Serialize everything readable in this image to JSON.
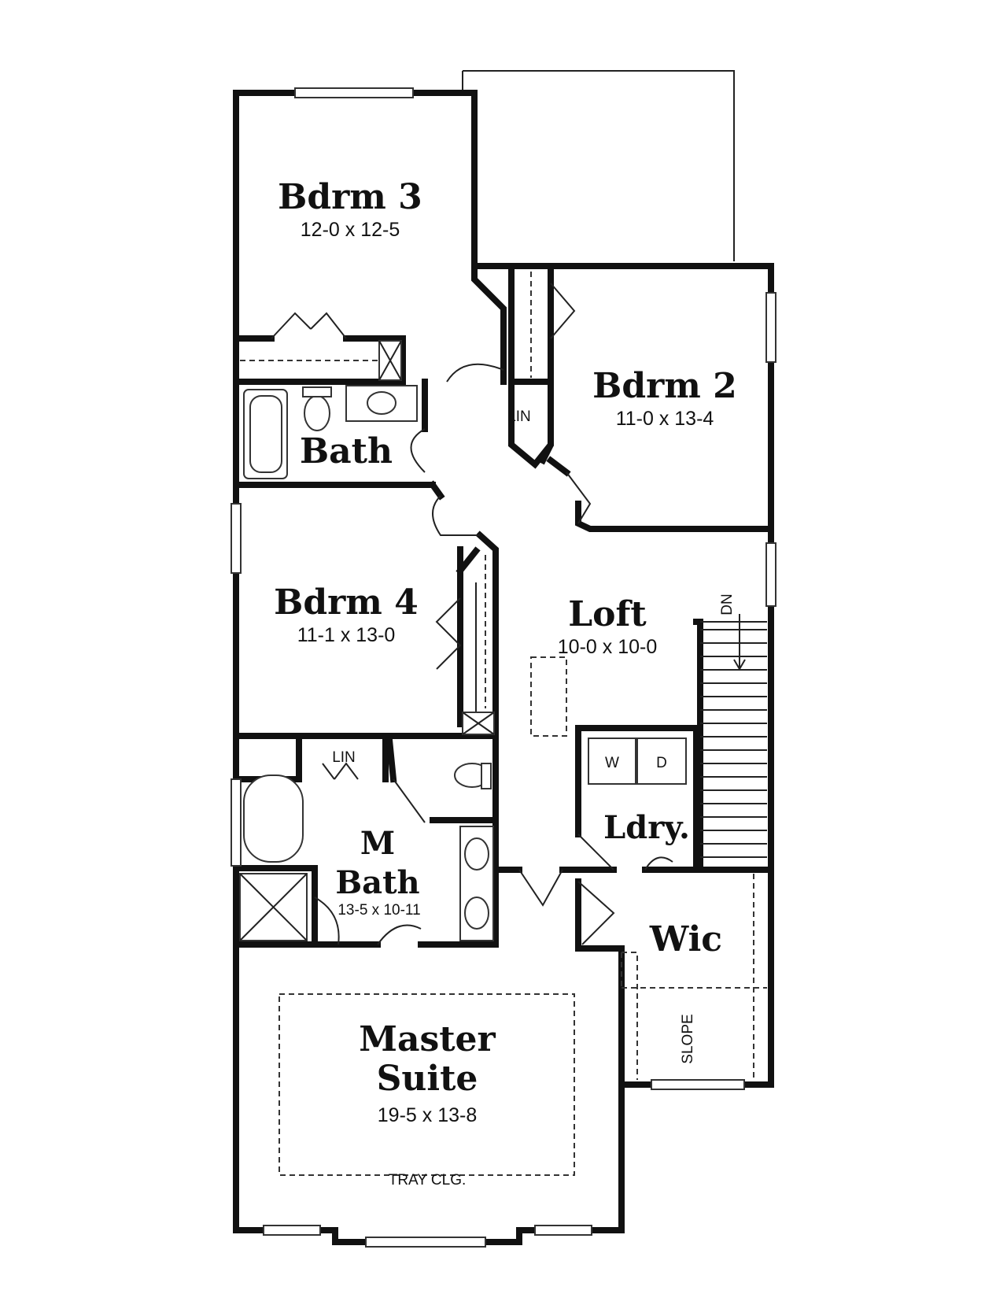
{
  "rooms": {
    "bdrm3": {
      "name": "Bdrm 3",
      "dims": "12-0 x 12-5"
    },
    "bdrm2": {
      "name": "Bdrm 2",
      "dims": "11-0 x 13-4"
    },
    "bath": {
      "name": "Bath"
    },
    "bdrm4": {
      "name": "Bdrm 4",
      "dims": "11-1 x 13-0"
    },
    "loft": {
      "name": "Loft",
      "dims": "10-0 x 10-0"
    },
    "mbath": {
      "name_line1": "M",
      "name_line2": "Bath",
      "dims": "13-5 x 10-11"
    },
    "ldry": {
      "name": "Ldry."
    },
    "wic": {
      "name": "Wic"
    },
    "master": {
      "name_line1": "Master",
      "name_line2": "Suite",
      "dims": "19-5 x 13-8",
      "note": "TRAY CLG."
    }
  },
  "labels": {
    "lin_upper": "LIN",
    "lin_lower": "LIN",
    "washer": "W",
    "dryer": "D",
    "stair_dn": "DN",
    "slope": "SLOPE"
  }
}
